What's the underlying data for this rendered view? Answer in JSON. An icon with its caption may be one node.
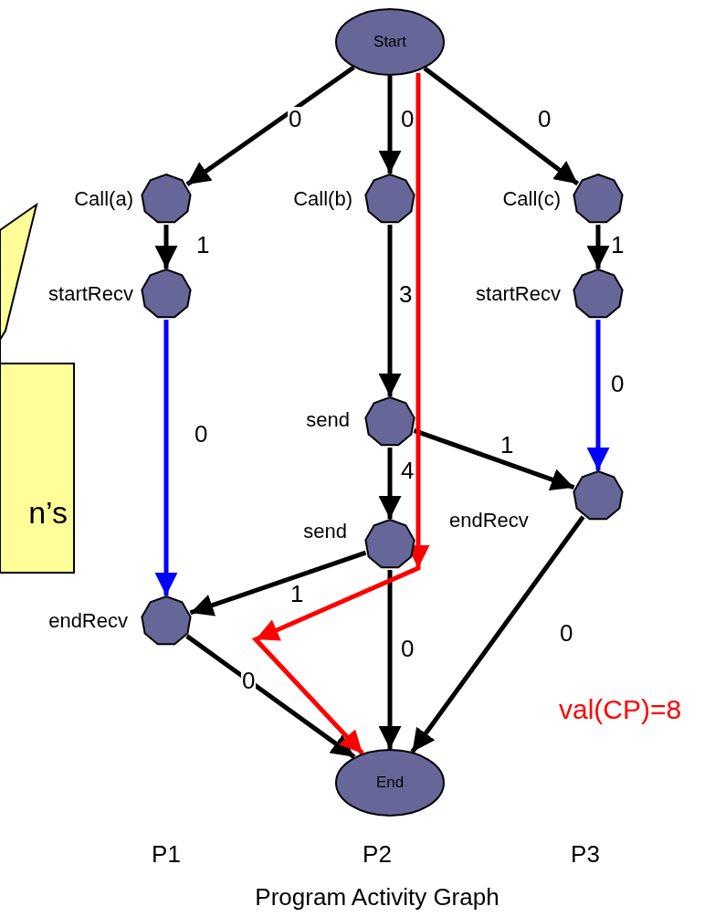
{
  "diagram": {
    "caption": "Program Activity Graph",
    "nodes": [
      {
        "text": [
          "Start"
        ]
      },
      {
        "text": [],
        "shape": "circle",
        "beside": [
          "Call(a)"
        ]
      },
      {
        "text": [],
        "shape": "circle",
        "beside": [
          "Call(b)"
        ]
      },
      {
        "text": [],
        "shape": "circle",
        "beside": [
          "Call(c)"
        ]
      },
      {
        "text": [],
        "shape": "circle",
        "beside": [
          "startRecv"
        ]
      },
      {
        "text": [],
        "shape": "circle",
        "beside": [
          "startRecv"
        ]
      },
      {
        "text": [],
        "shape": "circle",
        "beside": [
          "send"
        ]
      },
      {
        "text": [],
        "shape": "circle",
        "beside": [
          "endRecv"
        ]
      },
      {
        "text": [],
        "shape": "circle",
        "beside": [
          "send"
        ]
      },
      {
        "text": [],
        "shape": "circle",
        "beside": [
          "endRecv"
        ]
      },
      {
        "text": [
          "End"
        ]
      },
      {
        "text": [
          "n’s"
        ]
      }
    ],
    "edges": [
      {
        "from": 0,
        "to": 1,
        "arrow": "to",
        "label": "0"
      },
      {
        "from": 0,
        "to": 2,
        "arrow": "to",
        "label": "0"
      },
      {
        "from": 0,
        "to": 3,
        "arrow": "to",
        "label": "0"
      },
      {
        "from": 1,
        "to": 4,
        "arrow": "to",
        "label": "1"
      },
      {
        "from": 2,
        "to": 6,
        "arrow": "to",
        "label": "3"
      },
      {
        "from": 3,
        "to": 5,
        "arrow": "to",
        "label": "1"
      },
      {
        "from": 4,
        "to": 9,
        "arrow": "to",
        "label": "0",
        "color": "#0000ff"
      },
      {
        "from": 5,
        "to": 7,
        "arrow": "to",
        "label": "0",
        "color": "#0000ff"
      },
      {
        "from": 6,
        "to": 8,
        "arrow": "to",
        "label": "4"
      },
      {
        "from": 6,
        "to": 7,
        "arrow": "to",
        "label": "1"
      },
      {
        "from": 8,
        "to": 9,
        "arrow": "to",
        "label": "1"
      },
      {
        "from": 9,
        "to": 10,
        "arrow": "to",
        "label": "0"
      },
      {
        "from": 8,
        "to": 10,
        "arrow": "to",
        "label": "0"
      },
      {
        "from": 7,
        "to": 10,
        "arrow": "to",
        "label": "0"
      },
      {
        "from": 0,
        "to": 10,
        "arrow": "to",
        "color": "#ff0000"
      }
    ],
    "labels": [
      "val(CP)=8",
      "P1",
      "P2",
      "P3"
    ]
  }
}
